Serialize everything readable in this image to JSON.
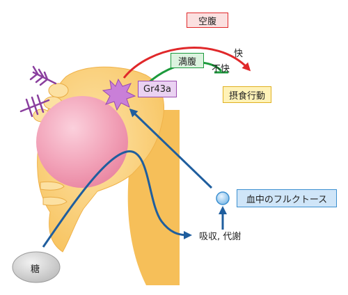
{
  "labels": {
    "hunger": "空腹",
    "satiety": "満腹",
    "pleasant": "快",
    "unpleasant": "不快",
    "feeding_behavior": "摂食行動",
    "receptor": "Gr43a",
    "blood_fructose": "血中のフルクトース",
    "absorption_metabolism": "吸収, 代謝",
    "sugar": "糖"
  },
  "colors": {
    "hunger_arrow": "#e0282a",
    "satiety_arrow": "#1c9a3c",
    "flow_arrow": "#1f5e9e",
    "brain": "#f9cc72",
    "brain_dark": "#f0b24a",
    "tumor": "#ef93ab",
    "receptor_cell": "#c97fd8",
    "sensory_hair": "#8a3f9e"
  },
  "icons": {
    "receptor": "starburst-cell-icon",
    "fructose": "molecule-circle-icon",
    "sugar": "sugar-ellipse-icon"
  }
}
